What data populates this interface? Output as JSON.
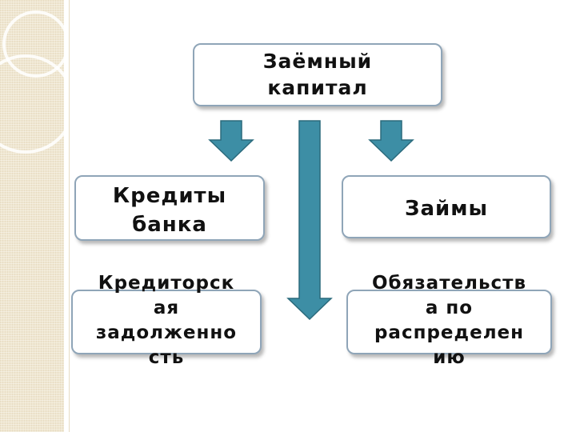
{
  "root": {
    "label": "Заёмный\nкапитал"
  },
  "left_branch": {
    "label": "Кредиты\nбанка"
  },
  "right_branch": {
    "label": "Займы"
  },
  "bottom_left": {
    "label": "Кредиторск\nая\nзадолженно\nсть"
  },
  "bottom_right": {
    "label": "Обязательств\nа по\nраспределен\nию"
  },
  "colors": {
    "arrow_fill": "#3d8ea5",
    "arrow_stroke": "#2b6a7c",
    "box_border": "#8fa5b8",
    "accent_strip": "#efe6d0"
  }
}
